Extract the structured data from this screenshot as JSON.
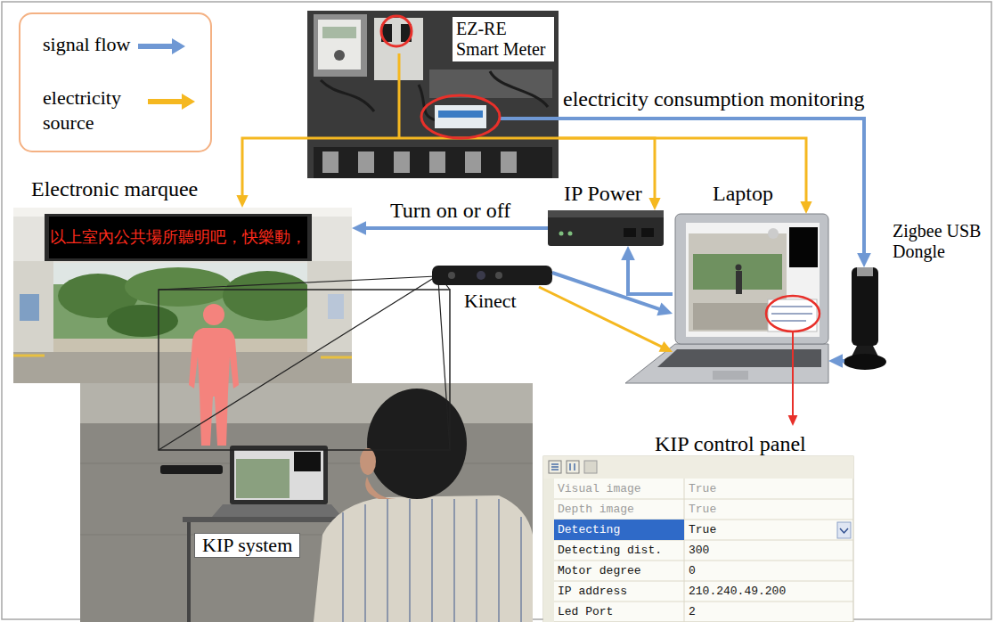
{
  "diagram": {
    "nodes": [
      {
        "text": [
          "EZ-RE Smart Meter"
        ]
      },
      {
        "text": [
          "Electronic marquee",
          "以上室內公共場所聽明吧，快樂動，"
        ]
      },
      {
        "text": [
          "IP Power"
        ]
      },
      {
        "text": [
          "Laptop"
        ]
      },
      {
        "text": [
          "Zigbee USB Dongle"
        ]
      },
      {
        "text": [
          "Kinect"
        ]
      },
      {
        "text": [
          "KIP system"
        ]
      },
      {
        "text": [
          "KIP control panel",
          "Visual image",
          "True",
          "Depth image",
          "True",
          "Detecting",
          "True",
          "Detecting dist.",
          "300",
          "Motor degree",
          "0",
          "IP address",
          "210.240.49.200",
          "Led Port",
          "2"
        ]
      }
    ],
    "edges": [
      {
        "from": 0,
        "to": 4,
        "label": "electricity consumption monitoring",
        "arrow": "to"
      },
      {
        "from": 4,
        "to": 3,
        "arrow": "to"
      },
      {
        "from": 2,
        "to": 1,
        "label": "Turn on or off",
        "arrow": "to"
      },
      {
        "from": 3,
        "to": 2,
        "arrow": "to"
      },
      {
        "from": 5,
        "to": 3,
        "arrow": "to"
      },
      {
        "from": 5,
        "to": 3,
        "arrow": "to"
      },
      {
        "from": 0,
        "to": 1,
        "arrow": "to"
      },
      {
        "from": 0,
        "to": 2,
        "arrow": "to"
      },
      {
        "from": 0,
        "to": 3,
        "arrow": "to"
      },
      {
        "from": 3,
        "to": 7,
        "arrow": "to"
      }
    ],
    "legend": [
      {
        "text": "signal flow"
      },
      {
        "text": "electricity source"
      }
    ]
  }
}
